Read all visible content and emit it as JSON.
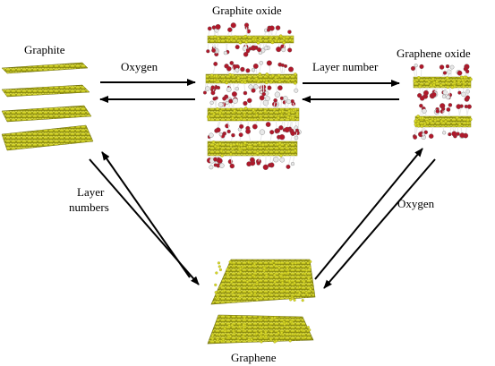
{
  "labels": {
    "graphite": "Graphite",
    "graphite_oxide": "Graphite oxide",
    "graphene_oxide": "Graphene oxide",
    "graphene": "Graphene",
    "oxygen_top": "Oxygen",
    "layer_number": "Layer number",
    "layer_numbers_line1": "Layer",
    "layer_numbers_line2": "numbers",
    "oxygen_right": "Oxygen"
  },
  "colors": {
    "carbon": "#d8d826",
    "carbon_dark": "#8f8f12",
    "oxygen": "#b0182a",
    "hydrogen": "#e8e8e8",
    "arrow": "#000000"
  }
}
